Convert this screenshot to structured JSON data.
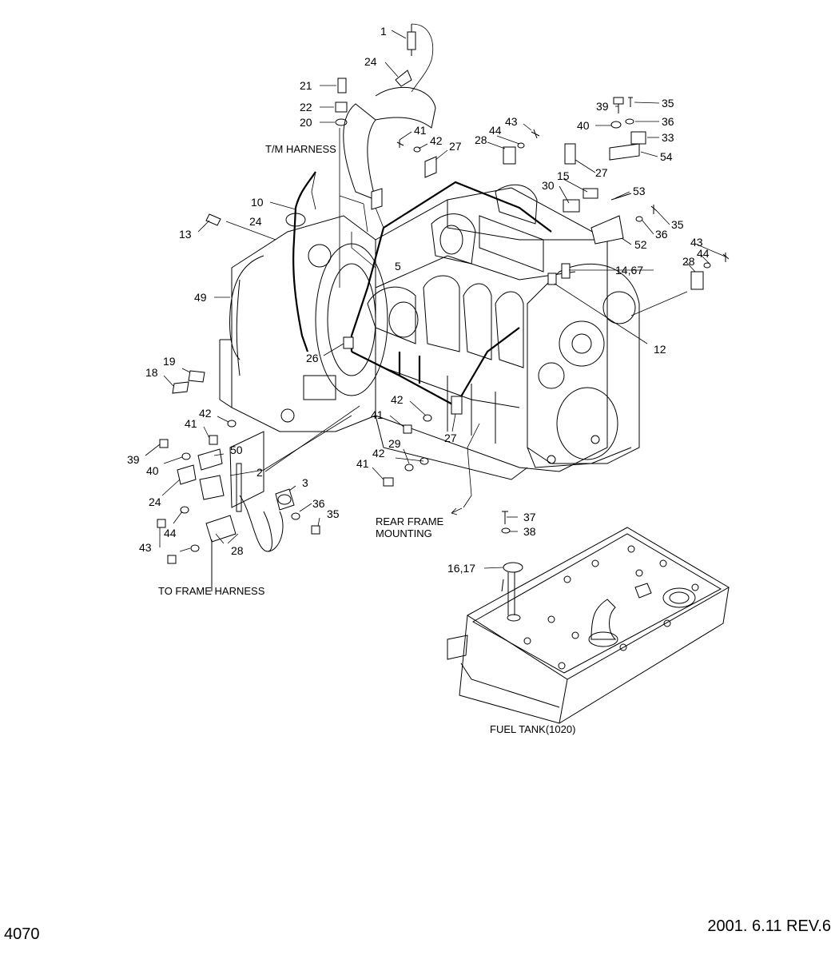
{
  "page": {
    "page_number": "4070",
    "revision": "2001. 6.11  REV.6"
  },
  "notes": {
    "tm_harness": "T/M HARNESS",
    "rear_frame_line1": "REAR FRAME",
    "rear_frame_line2": "MOUNTING",
    "to_frame_harness": "TO FRAME HARNESS",
    "fuel_tank": "FUEL TANK(1020)"
  },
  "callouts": [
    "1",
    "24",
    "21",
    "22",
    "20",
    "41",
    "42",
    "27",
    "44",
    "43",
    "28",
    "27",
    "39",
    "35",
    "40",
    "36",
    "33",
    "54",
    "15",
    "30",
    "53",
    "35",
    "36",
    "52",
    "43",
    "44",
    "28",
    "14,67",
    "12",
    "10",
    "24",
    "13",
    "5",
    "49",
    "19",
    "18",
    "26",
    "42",
    "41",
    "27",
    "42",
    "29",
    "41",
    "50",
    "42",
    "41",
    "2",
    "39",
    "40",
    "3",
    "36",
    "35",
    "24",
    "44",
    "28",
    "43",
    "37",
    "38",
    "16,17"
  ]
}
